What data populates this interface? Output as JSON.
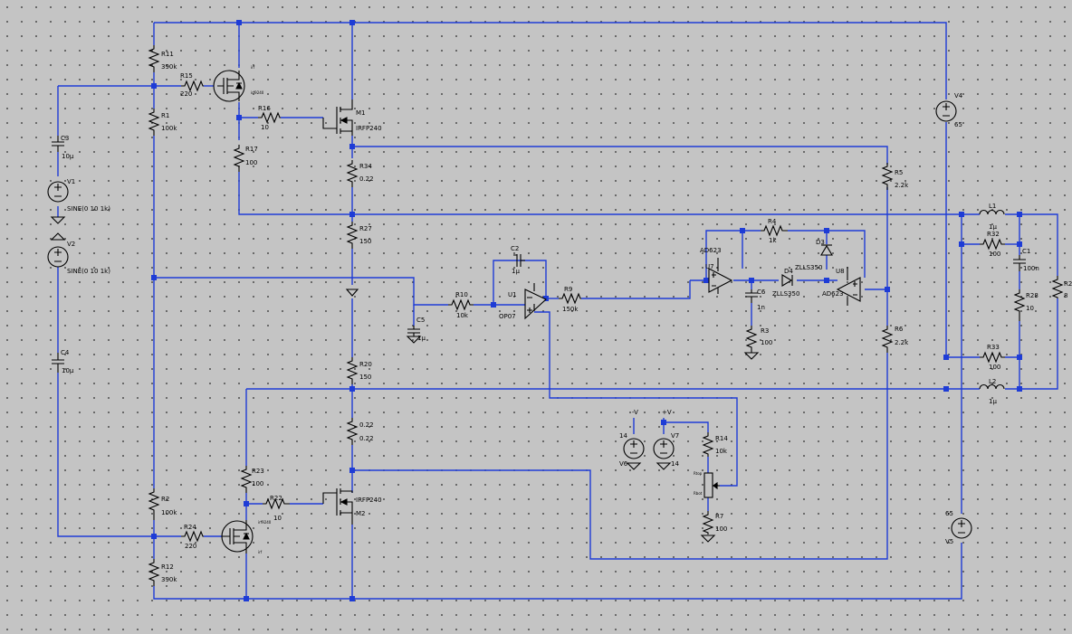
{
  "components": {
    "R11": {
      "ref": "R11",
      "value": "390k"
    },
    "R15": {
      "ref": "R15",
      "value": "220"
    },
    "R1": {
      "ref": "R1",
      "value": "100k"
    },
    "R16": {
      "ref": "R16",
      "value": "10"
    },
    "R17": {
      "ref": "R17",
      "value": "100"
    },
    "M1": {
      "ref": "M1",
      "value": "IRFP240"
    },
    "C3": {
      "ref": "C3",
      "value": "10µ"
    },
    "V1": {
      "ref": "V1",
      "value": "SINE(0 10 1k)"
    },
    "V2": {
      "ref": "V2",
      "value": "SINE(0 10 1k)"
    },
    "C4": {
      "ref": "C4",
      "value": "10µ"
    },
    "R34": {
      "ref": "R34",
      "value": "0.22"
    },
    "R27": {
      "ref": "R27",
      "value": "150"
    },
    "R20": {
      "ref": "R20",
      "value": "150"
    },
    "R35": {
      "ref": "0.22",
      "value": "0.22"
    },
    "R5": {
      "ref": "R5",
      "value": "2.2k"
    },
    "R6": {
      "ref": "R6",
      "value": "2.2k"
    },
    "C2": {
      "ref": "C2",
      "value": "1µ"
    },
    "R10": {
      "ref": "R10",
      "value": "10k"
    },
    "U1": {
      "ref": "U1",
      "value": "OP07"
    },
    "C5": {
      "ref": "C5",
      "value": "1µ"
    },
    "R9": {
      "ref": "R9",
      "value": "150k"
    },
    "U7": {
      "ref": "U7",
      "value": "AD623"
    },
    "R4": {
      "ref": "R4",
      "value": "1k"
    },
    "D3": {
      "ref": "D3",
      "value": "ZLLS350"
    },
    "D4": {
      "ref": "D4",
      "value": "ZLLS350"
    },
    "U8": {
      "ref": "U8",
      "value": "AD623"
    },
    "C6": {
      "ref": "C6",
      "value": "1n"
    },
    "R3": {
      "ref": "R3",
      "value": "100"
    },
    "V4": {
      "ref": "V4",
      "value": "65"
    },
    "V5": {
      "ref": "V5",
      "value": "65"
    },
    "L1": {
      "ref": "L1",
      "value": "1µ"
    },
    "L2": {
      "ref": "L2",
      "value": "1µ"
    },
    "R32": {
      "ref": "R32",
      "value": "100"
    },
    "R33": {
      "ref": "R33",
      "value": "100"
    },
    "C1": {
      "ref": "C1",
      "value": "100n"
    },
    "R28": {
      "ref": "R28",
      "value": "10"
    },
    "R2x": {
      "ref": "R2",
      "value": "8"
    },
    "V6": {
      "ref": "V6",
      "value": "14"
    },
    "V7": {
      "ref": "V7",
      "value": "14"
    },
    "R14": {
      "ref": "R14",
      "value": "10k"
    },
    "R7": {
      "ref": "R7",
      "value": "100"
    },
    "R23": {
      "ref": "R23",
      "value": "100"
    },
    "R22": {
      "ref": "R22",
      "value": "10"
    },
    "M2": {
      "ref": "M2",
      "value": "IRFP240"
    },
    "R2": {
      "ref": "R2",
      "value": "100k"
    },
    "R24": {
      "ref": "R24",
      "value": "220"
    },
    "R12": {
      "ref": "R12",
      "value": "390k"
    }
  },
  "labels": {
    "mos_top_tag": "irf",
    "mos_top_sub": "irf9240",
    "mos_bot_tag": "irf",
    "mos_bot_sub": "irf9240",
    "neg_v": "-V",
    "pos_v": "+V",
    "pot_a": "Rtop",
    "pot_b": "Rbot"
  },
  "colors": {
    "wire": "#1e3cd6",
    "symbol": "#000000",
    "background": "#c4c4c4",
    "grid_dot": "#3a3a3a"
  }
}
